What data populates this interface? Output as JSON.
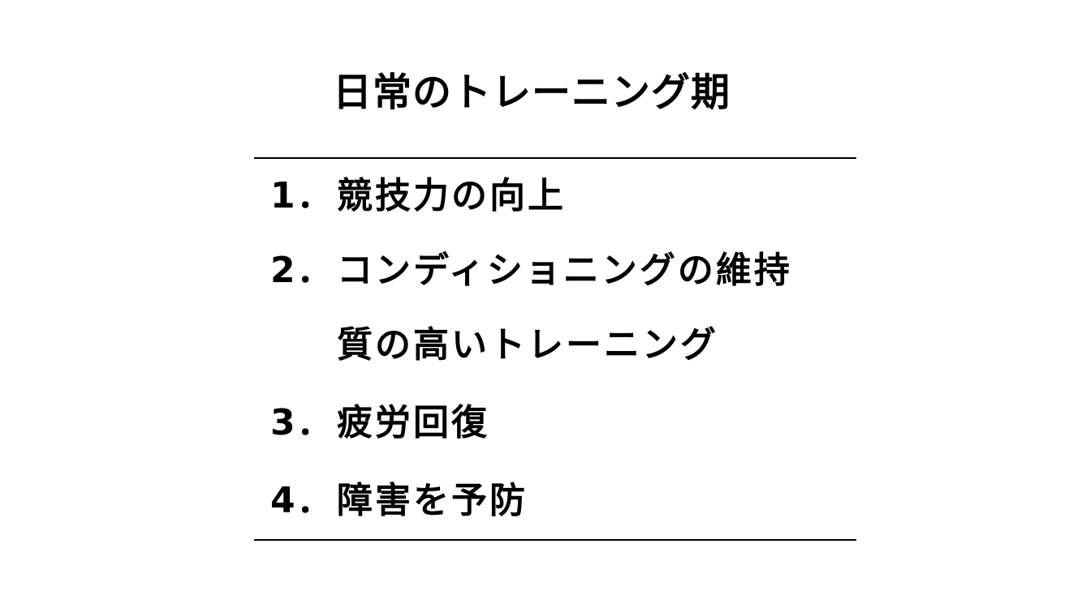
{
  "slide": {
    "title": "日常のトレーニング期",
    "items": [
      {
        "number": "1．",
        "text": "競技力の向上"
      },
      {
        "number": "2．",
        "text": "コンディショニングの維持",
        "subtext": "質の高いトレーニング"
      },
      {
        "number": "3．",
        "text": "疲労回復"
      },
      {
        "number": "4．",
        "text": "障害を予防"
      }
    ]
  }
}
